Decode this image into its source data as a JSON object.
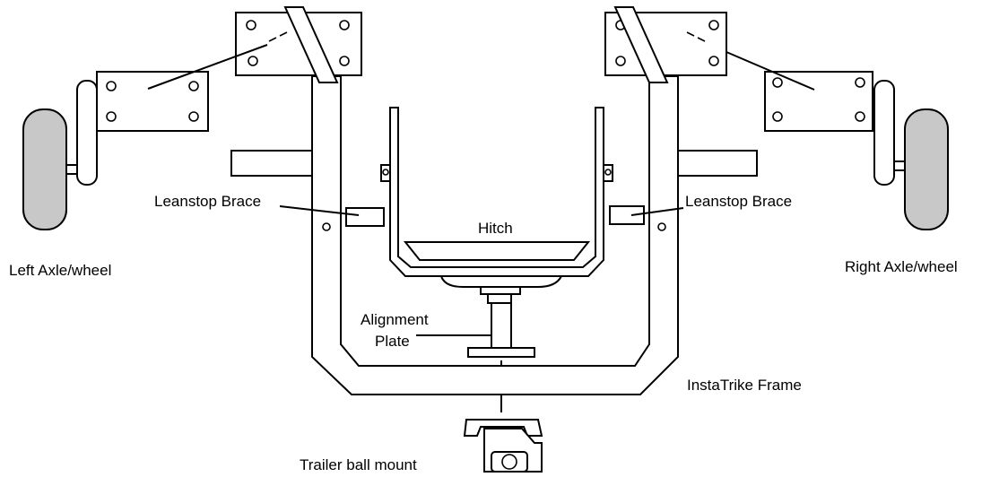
{
  "labels": {
    "left_wheel": "Left Axle/wheel",
    "right_wheel": "Right Axle/wheel",
    "leanstop_left": "Leanstop Brace",
    "leanstop_right": "Leanstop Brace",
    "hitch": "Hitch",
    "alignment_line1": "Alignment",
    "alignment_line2": "Plate",
    "frame": "InstaTrike Frame",
    "trailer_mount": "Trailer ball mount"
  },
  "colors": {
    "line": "#000000",
    "tire": "#c8c8c8",
    "background": "#ffffff"
  }
}
